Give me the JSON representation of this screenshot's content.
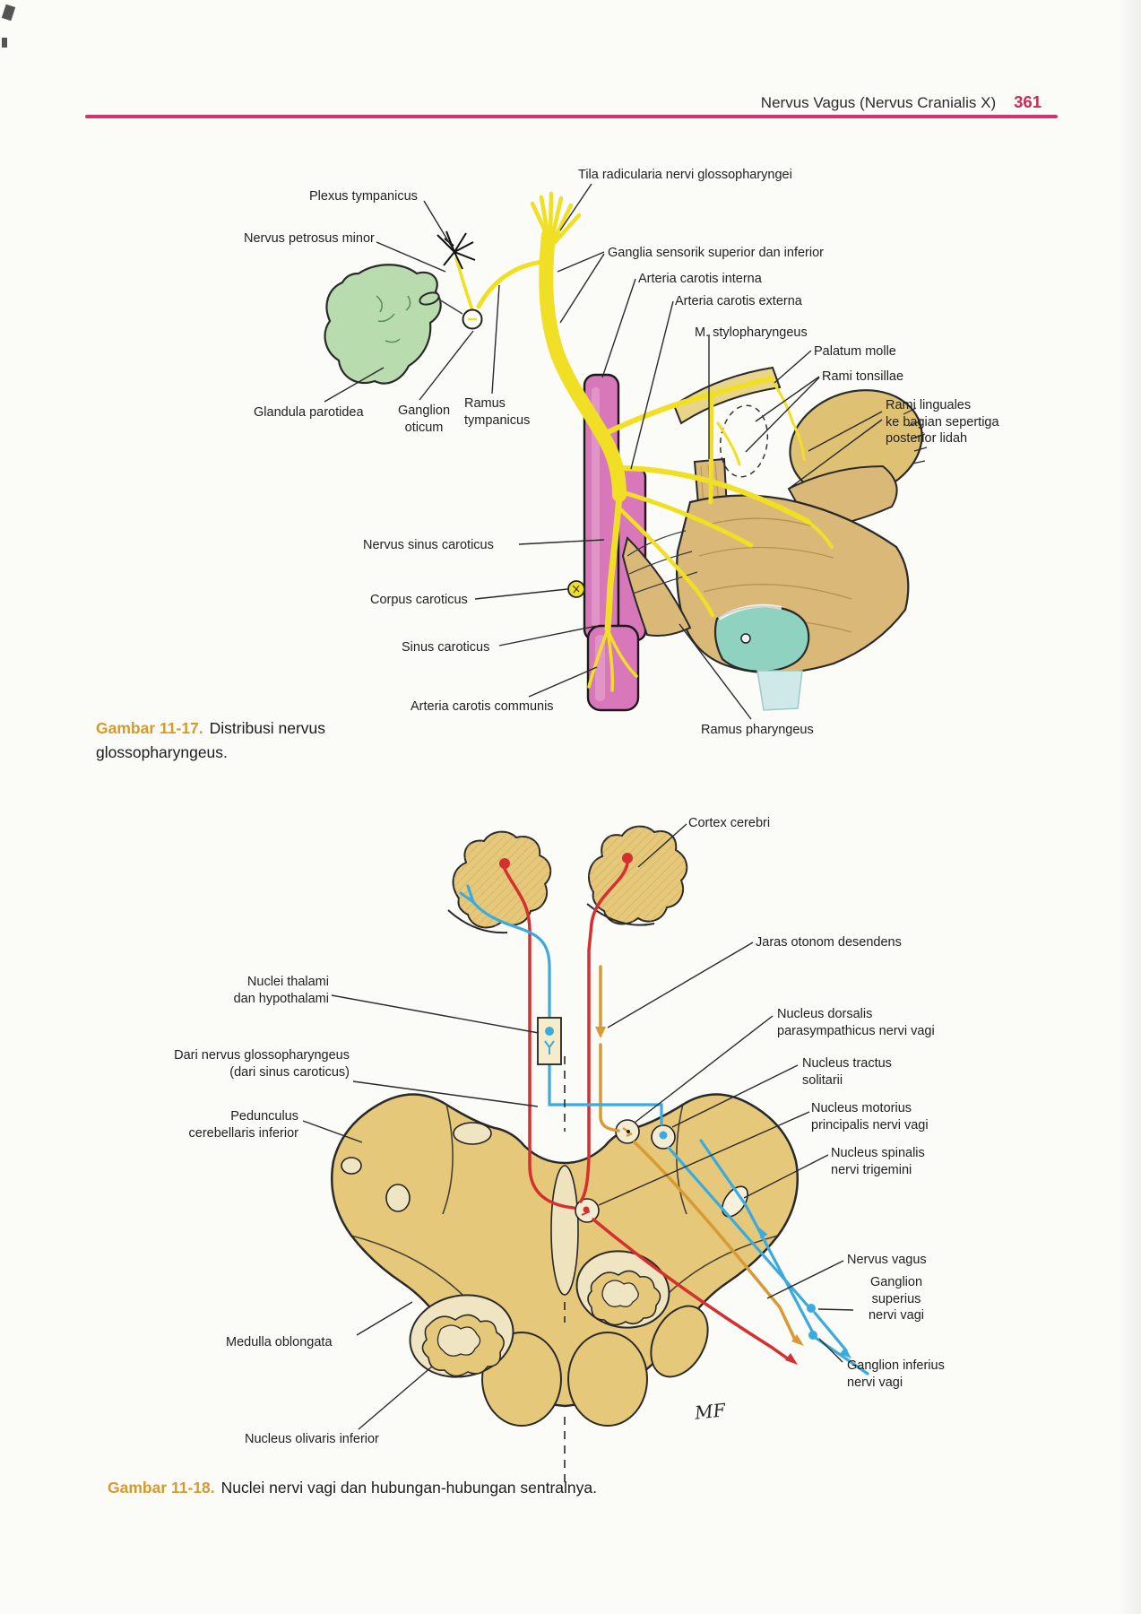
{
  "header": {
    "title": "Nervus Vagus (Nervus Cranialis X)",
    "page_number": "361"
  },
  "fig1": {
    "caption": {
      "tag": "Gambar 11-17.",
      "text": "Distribusi nervus glossopharyngeus."
    },
    "labels": {
      "fila_radicularia": "Tila radicularia nervi glossopharyngei",
      "plexus_tympanicus": "Plexus tympanicus",
      "nervus_petrosus_minor": "Nervus petrosus minor",
      "ganglia_sensorik": "Ganglia sensorik superior dan inferior",
      "arteria_carotis_interna": "Arteria carotis interna",
      "arteria_carotis_externa": "Arteria carotis externa",
      "m_stylopharyngeus": "M. stylopharyngeus",
      "palatum_molle": "Palatum molle",
      "rami_tonsillae": "Rami tonsillae",
      "rami_linguales": "Rami linguales\nke bagian sepertiga\nposterior lidah",
      "glandula_parotidea": "Glandula parotidea",
      "ganglion_oticum": "Ganglion\noticum",
      "ramus_tympanicus": "Ramus\ntympanicus",
      "nervus_sinus_caroticus": "Nervus sinus caroticus",
      "corpus_caroticus": "Corpus caroticus",
      "sinus_caroticus": "Sinus caroticus",
      "arteria_carotis_communis": "Arteria carotis communis",
      "ramus_pharyngeus": "Ramus pharyngeus"
    }
  },
  "fig2": {
    "caption": {
      "tag": "Gambar 11-18.",
      "text": "Nuclei nervi vagi dan hubungan-hubungan sentralnya."
    },
    "labels": {
      "cortex_cerebri": "Cortex cerebri",
      "jaras_otonom": "Jaras otonom desendens",
      "nuclei_thalami": "Nuclei thalami\ndan hypothalami",
      "nucleus_dorsalis": "Nucleus dorsalis\nparasympathicus nervi vagi",
      "dari_nervus_glossopharyngeus": "Dari nervus glossopharyngeus\n(dari sinus caroticus)",
      "nucleus_tractus_solitarii": "Nucleus tractus\nsolitarii",
      "pedunculus": "Pedunculus\ncerebellaris inferior",
      "nucleus_motorius": "Nucleus motorius\nprincipalis nervi vagi",
      "nucleus_spinalis": "Nucleus spinalis\nnervi trigemini",
      "nervus_vagus": "Nervus vagus",
      "ganglion_superius": "Ganglion\nsuperius\nnervi vagi",
      "ganglion_inferius": "Ganglion inferius\nnervi vagi",
      "medulla_oblongata": "Medulla oblongata",
      "nucleus_olivaris": "Nucleus olivaris inferior",
      "signature": "MF"
    }
  },
  "colors": {
    "rule_pink": "#d6336c",
    "page_number_red": "#c92b57",
    "caption_tag_orange": "#d7992b",
    "nerve_yellow": "#f0df25",
    "artery_pink": "#d878ba",
    "gland_green": "#b8dcae",
    "muscle_tan": "#d9b878",
    "brainstem_tan": "#e6c87a",
    "cartilage_teal": "#90d2c0",
    "line_red": "#d43030",
    "line_blue": "#3aabdc",
    "line_orange": "#d89a33"
  }
}
